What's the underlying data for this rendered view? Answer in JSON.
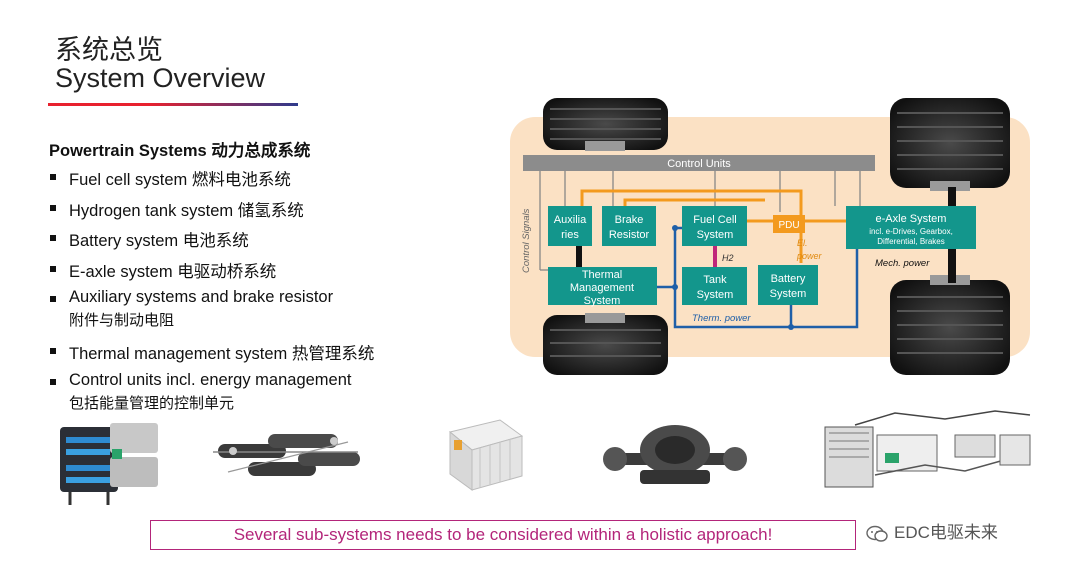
{
  "slide": {
    "title_cn": "系统总览",
    "title_en": "System Overview",
    "powertrain_heading": "Powertrain Systems",
    "powertrain_heading_cn": "动力总成系统",
    "items": [
      {
        "text": "Fuel cell system",
        "cn": "燃料电池系统",
        "sub": ""
      },
      {
        "text": "Hydrogen tank system",
        "cn": "储氢系统",
        "sub": ""
      },
      {
        "text": "Battery system",
        "cn": "电池系统",
        "sub": ""
      },
      {
        "text": "E-axle system",
        "cn": "电驱动桥系统",
        "sub": ""
      },
      {
        "text": "Auxiliary systems and brake resistor",
        "cn": "",
        "sub": "附件与制动电阻"
      },
      {
        "text": "Thermal management system",
        "cn": "热管理系统",
        "sub": ""
      },
      {
        "text": "Control units incl. energy management",
        "cn": "",
        "sub": "包括能量管理的控制单元"
      }
    ],
    "banner": "Several sub-systems needs to be considered within a holistic approach!",
    "watermark": "EDC电驱未来"
  },
  "diagram": {
    "control_units": "Control Units",
    "control_signals": "Control Signals",
    "auxiliaries_l1": "Auxilia",
    "auxiliaries_l2": "ries",
    "brake_l1": "Brake",
    "brake_l2": "Resistor",
    "fuelcell_l1": "Fuel Cell",
    "fuelcell_l2": "System",
    "pdu": "PDU",
    "eaxle_title": "e-Axle System",
    "eaxle_sub1": "incl. e-Drives, Gearbox,",
    "eaxle_sub2": "Differential, Brakes",
    "thermal_l1": "Thermal",
    "thermal_l2": "Management",
    "thermal_l3": "System",
    "tank_l1": "Tank",
    "tank_l2": "System",
    "battery_l1": "Battery",
    "battery_l2": "System",
    "h2": "H2",
    "el_power_l1": "El.",
    "el_power_l2": "power",
    "mech_power": "Mech. power",
    "therm_power": "Therm. power"
  },
  "colors": {
    "teal_box": "#13968c",
    "chassis_bg": "#fbe1c4",
    "orange_line": "#f39a1e",
    "blue_line": "#1f5fa8",
    "control_bar": "#8c8c8c",
    "banner_border": "#b3257a"
  },
  "thumbnails": [
    {
      "icon": "fuel-cell-stack-icon"
    },
    {
      "icon": "hydrogen-tank-icon"
    },
    {
      "icon": "battery-pack-icon"
    },
    {
      "icon": "e-axle-icon"
    },
    {
      "icon": "auxiliary-harness-icon"
    }
  ]
}
